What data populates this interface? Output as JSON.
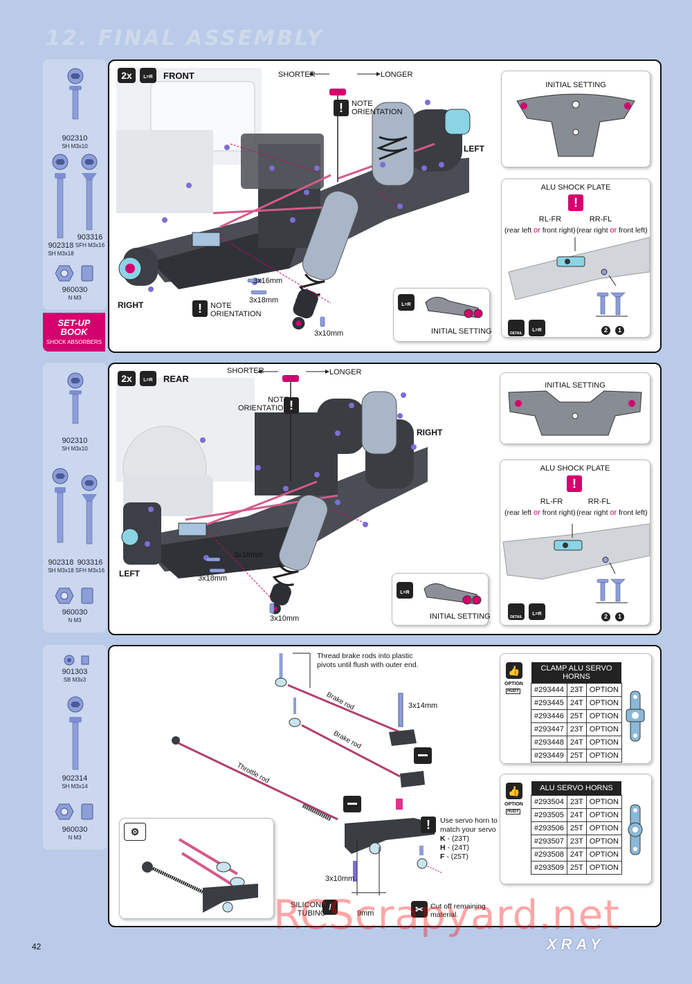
{
  "header": {
    "title": "12. FINAL ASSEMBLY"
  },
  "colors": {
    "accent": "#d4006e",
    "background": "#b9cbe9",
    "sidebar": "#cad7ee"
  },
  "step1": {
    "parts": [
      {
        "code": "902310",
        "desc": "SH M3x10"
      },
      {
        "code": "902318",
        "desc": "SH M3x18"
      },
      {
        "code": "903316",
        "desc": "SFH M3x16"
      },
      {
        "code": "960030",
        "desc": "N M3"
      }
    ],
    "setup_book": {
      "line1": "SET-UP",
      "line2": "BOOK",
      "line3": "SHOCK ABSORBERS"
    },
    "qty": "2x",
    "lr": "L=R",
    "position": "FRONT",
    "shorter": "SHORTER",
    "longer": "LONGER",
    "note1": {
      "l1": "NOTE",
      "l2": "ORIENTATION"
    },
    "note2": {
      "l1": "NOTE",
      "l2": "ORIENTATION"
    },
    "left": "LEFT",
    "right": "RIGHT",
    "dims": [
      "3x16mm",
      "3x18mm",
      "3x10mm"
    ],
    "initial_setting_plate": "INITIAL SETTING",
    "alu_shock_plate": "ALU SHOCK PLATE",
    "rl_fr": "RL-FR",
    "rr_fl": "RR-FL",
    "rl_fr_desc": [
      "(rear left ",
      "or",
      " front right)"
    ],
    "rr_fl_desc": [
      "(rear right ",
      "or",
      " front left)"
    ],
    "initial_setting_mount": "INITIAL SETTING",
    "detail": "DETAIL",
    "nums": [
      "2",
      "1"
    ]
  },
  "step2": {
    "parts": [
      {
        "code": "902310",
        "desc": "SH M3x10"
      },
      {
        "code": "902318",
        "desc": "SH M3x18"
      },
      {
        "code": "903316",
        "desc": "SFH M3x16"
      },
      {
        "code": "960030",
        "desc": "N M3"
      }
    ],
    "qty": "2x",
    "lr": "L=R",
    "position": "REAR",
    "shorter": "SHORTER",
    "longer": "LONGER",
    "note": {
      "l1": "NOTE",
      "l2": "ORIENTATION"
    },
    "left": "LEFT",
    "right": "RIGHT",
    "dims": [
      "3x16mm",
      "3x18mm",
      "3x10mm"
    ],
    "initial_setting_plate": "INITIAL SETTING",
    "alu_shock_plate": "ALU SHOCK PLATE",
    "rl_fr": "RL-FR",
    "rr_fl": "RR-FL",
    "rl_fr_desc": [
      "(rear left ",
      "or",
      " front right)"
    ],
    "rr_fl_desc": [
      "(rear right ",
      "or",
      " front left)"
    ],
    "initial_setting_mount": "INITIAL SETTING",
    "detail": "DETAIL",
    "nums": [
      "2",
      "1"
    ]
  },
  "step3": {
    "parts": [
      {
        "code": "901303",
        "desc": "SB M3x3"
      },
      {
        "code": "902314",
        "desc": "SH M3x14"
      },
      {
        "code": "960030",
        "desc": "N M3"
      }
    ],
    "thread_note": {
      "l1": "Thread brake rods into plastic",
      "l2": "pivots until flush with outer end."
    },
    "brake_rod_1": "Brake rod",
    "brake_rod_2": "Brake rod",
    "throttle_rod": "Throttle rod",
    "dim_3x14": "3x14mm",
    "dim_3x10": "3x10mm",
    "dim_9": "9mm",
    "silicone": {
      "l1": "SILICONE",
      "l2": "TUBING"
    },
    "cut_off": {
      "l1": "Cut off remaining",
      "l2": "material."
    },
    "servo_note": {
      "l1": "Use servo horn to",
      "l2": "match your servo"
    },
    "servo_options": [
      {
        "key": "K",
        "val": "(23T)"
      },
      {
        "key": "H",
        "val": "(24T)"
      },
      {
        "key": "F",
        "val": "(25T)"
      }
    ],
    "option_label": "OPTION",
    "hudy": "HUDY",
    "table1": {
      "title": "CLAMP ALU SERVO HORNS",
      "rows": [
        [
          "#293444",
          "23T",
          "OPTION"
        ],
        [
          "#293445",
          "24T",
          "OPTION"
        ],
        [
          "#293446",
          "25T",
          "OPTION"
        ],
        [
          "#293447",
          "23T",
          "OPTION"
        ],
        [
          "#293448",
          "24T",
          "OPTION"
        ],
        [
          "#293449",
          "25T",
          "OPTION"
        ]
      ]
    },
    "table2": {
      "title": "ALU SERVO HORNS",
      "rows": [
        [
          "#293504",
          "23T",
          "OPTION"
        ],
        [
          "#293505",
          "24T",
          "OPTION"
        ],
        [
          "#293506",
          "25T",
          "OPTION"
        ],
        [
          "#293507",
          "23T",
          "OPTION"
        ],
        [
          "#293508",
          "24T",
          "OPTION"
        ],
        [
          "#293509",
          "25T",
          "OPTION"
        ]
      ]
    }
  },
  "footer": {
    "page_number": "42",
    "brand": "XRAY",
    "watermark": "RCScrapyard.net"
  }
}
